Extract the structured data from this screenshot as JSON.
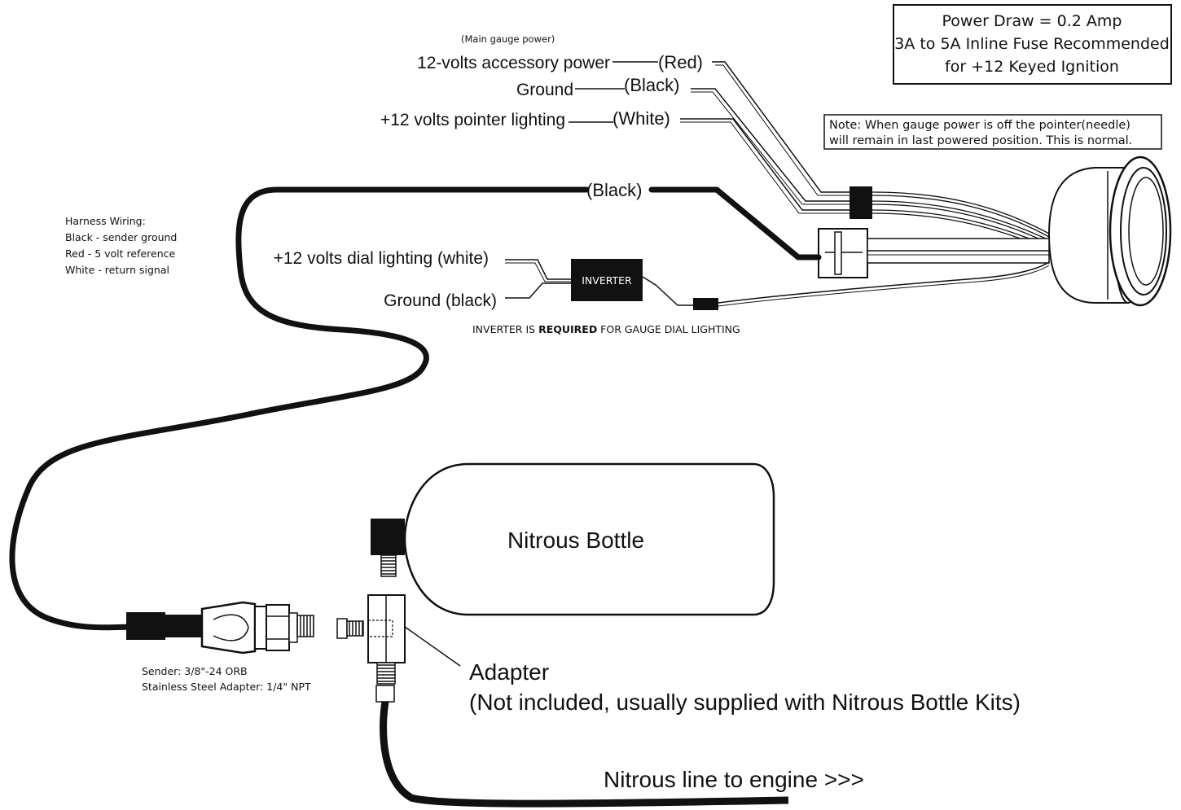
{
  "power_box": {
    "line1": "Power Draw = 0.2 Amp",
    "line2": "3A to 5A Inline Fuse Recommended",
    "line3": "for +12 Keyed Ignition"
  },
  "note_box": {
    "line1": "Note: When gauge power is off the pointer(needle)",
    "line2": "will remain in last powered position. This is normal."
  },
  "main_power_caption": "(Main gauge power)",
  "wires": {
    "accessory": {
      "label": "12-volts accessory power",
      "color_label": "(Red)"
    },
    "ground": {
      "label": "Ground",
      "color_label": "(Black)"
    },
    "pointer": {
      "label": "+12 volts pointer lighting",
      "color_label": "(White)"
    },
    "sender_cable": {
      "color_label": "(Black)"
    }
  },
  "harness": {
    "title": "Harness Wiring:",
    "line1": "Black - sender ground",
    "line2": "Red - 5 volt reference",
    "line3": "White - return signal"
  },
  "dial_lighting": {
    "white": "+12 volts dial lighting (white)",
    "black": "Ground (black)",
    "inverter": "INVERTER",
    "note_prefix": "INVERTER IS ",
    "note_bold": "REQUIRED",
    "note_suffix": " FOR GAUGE DIAL LIGHTING"
  },
  "bottle": {
    "label": "Nitrous Bottle"
  },
  "sender": {
    "line1": "Sender: 3/8\"-24 ORB",
    "line2": "Stainless Steel Adapter: 1/4\" NPT"
  },
  "adapter": {
    "title": "Adapter",
    "subtitle": "(Not included, usually supplied with Nitrous Bottle Kits)"
  },
  "nitrous_line": "Nitrous line to engine >>>",
  "colors": {
    "ink": "#111111",
    "paper": "#ffffff"
  }
}
